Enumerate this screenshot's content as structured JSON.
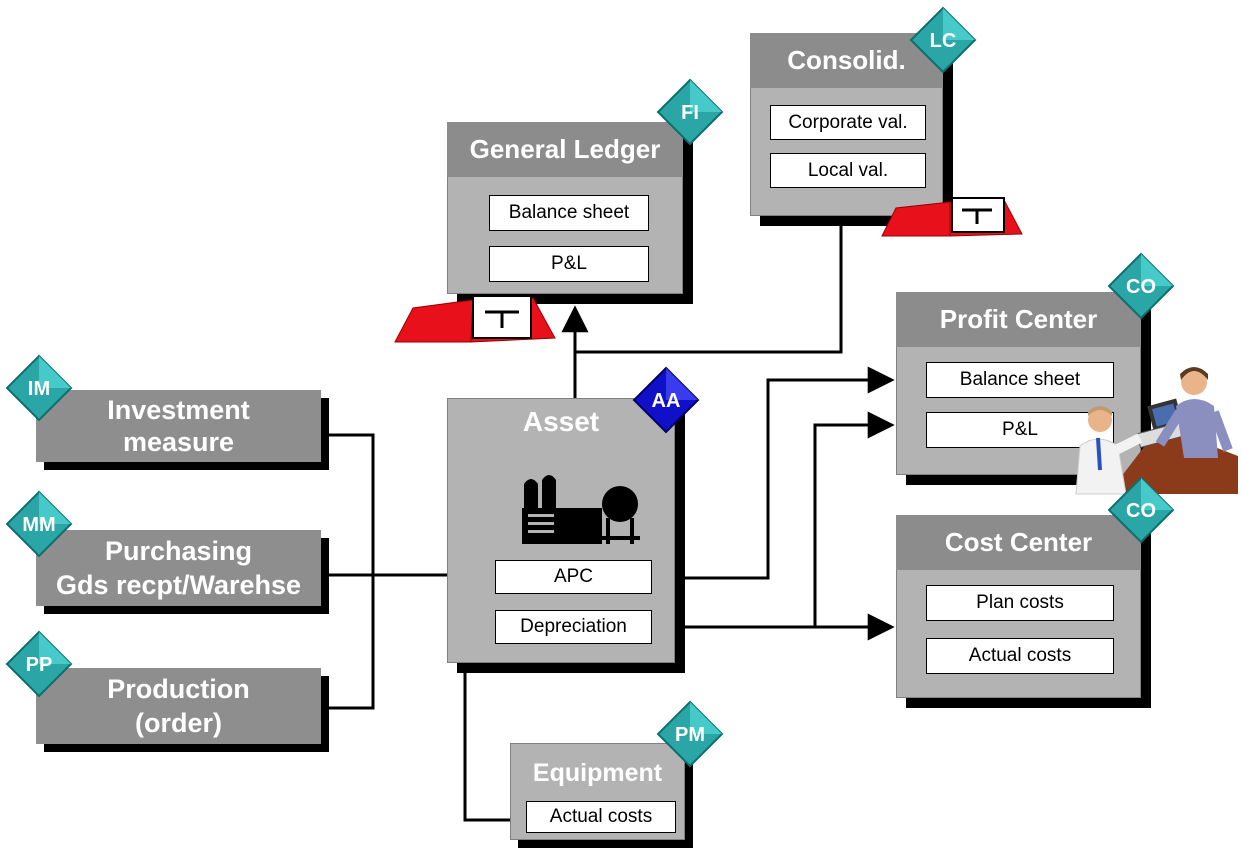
{
  "nodes": {
    "general_ledger": {
      "title": "General Ledger",
      "badge": "FI",
      "fields": [
        "Balance sheet",
        "P&L"
      ]
    },
    "consolidation": {
      "title": "Consolid.",
      "badge": "LC",
      "fields": [
        "Corporate val.",
        "Local val."
      ]
    },
    "profit_center": {
      "title": "Profit Center",
      "badge": "CO",
      "fields": [
        "Balance sheet",
        "P&L"
      ]
    },
    "cost_center": {
      "title": "Cost Center",
      "badge": "CO",
      "fields": [
        "Plan costs",
        "Actual costs"
      ]
    },
    "asset": {
      "title": "Asset",
      "badge": "AA",
      "fields": [
        "APC",
        "Depreciation"
      ]
    },
    "equipment": {
      "title": "Equipment",
      "badge": "PM",
      "fields": [
        "Actual costs"
      ]
    },
    "investment": {
      "line1": "Investment",
      "line2": "measure",
      "badge": "IM"
    },
    "purchasing": {
      "line1": "Purchasing",
      "line2": "Gds recpt/Warehse",
      "badge": "MM"
    },
    "production": {
      "line1": "Production",
      "line2": "(order)",
      "badge": "PP"
    }
  },
  "colors": {
    "panel": "#b3b3b3",
    "header": "#8c8c8c",
    "badge_teal": "#2aa6a6",
    "badge_blue": "#1010c8",
    "book_red": "#e8101a"
  },
  "icons": {
    "factory": "factory-icon",
    "ledger_book": "ledger-book-icon",
    "people": "people-icon"
  }
}
